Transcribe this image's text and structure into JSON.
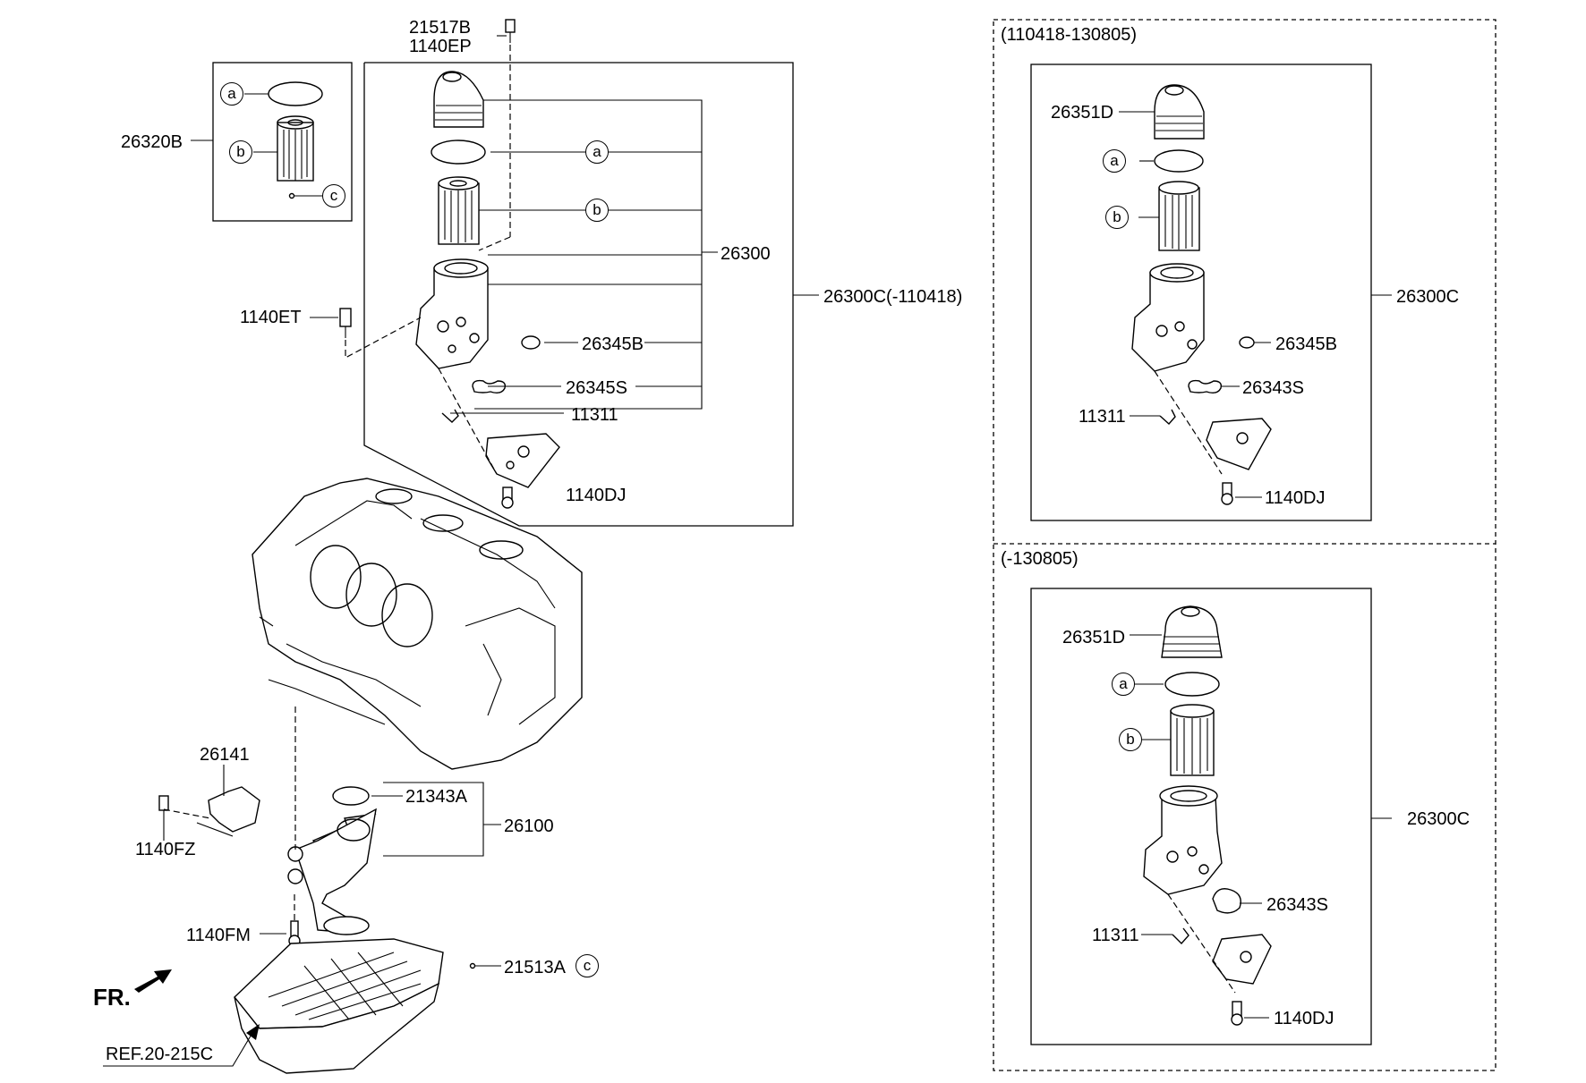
{
  "panels": {
    "upper_right_title": "(110418-130805)",
    "lower_right_title": "(-130805)"
  },
  "circle_letters": {
    "a": "a",
    "b": "b",
    "c": "c"
  },
  "labels": {
    "p21517b": "21517B",
    "p1140ep": "1140EP",
    "p26320b": "26320B",
    "p1140et": "1140ET",
    "p26300": "26300",
    "p26300c_main": "26300C(-110418)",
    "p26345b": "26345B",
    "p26345s": "26345S",
    "p11311": "11311",
    "p1140dj": "1140DJ",
    "p26141": "26141",
    "p1140fz": "1140FZ",
    "p21343a": "21343A",
    "p26100": "26100",
    "p1140fm": "1140FM",
    "p21513a": "21513A",
    "fr": "FR.",
    "ref": "REF.20-215C",
    "r1_26351d": "26351D",
    "r1_26300c": "26300C",
    "r1_26345b": "26345B",
    "r1_26343s": "26343S",
    "r1_11311": "11311",
    "r1_1140dj": "1140DJ",
    "r2_26351d": "26351D",
    "r2_26300c": "26300C",
    "r2_26343s": "26343S",
    "r2_11311": "11311",
    "r2_1140dj": "1140DJ"
  }
}
